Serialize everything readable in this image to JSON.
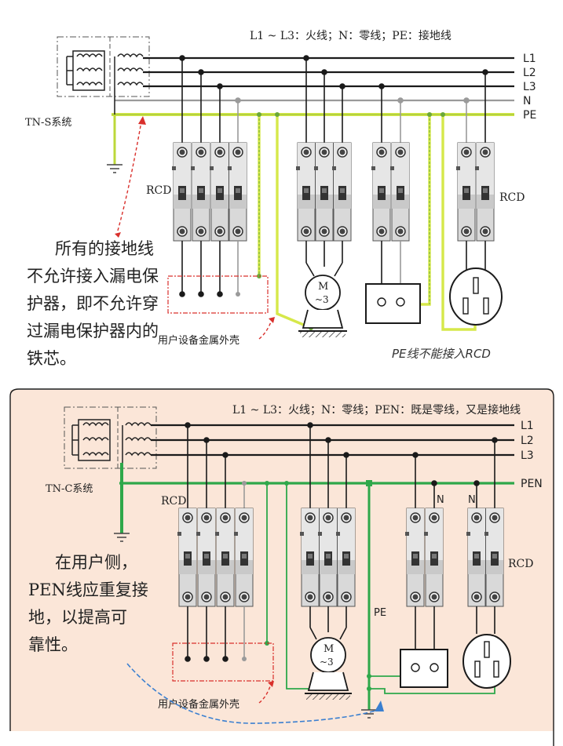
{
  "top": {
    "legend": "L1 ~ L3：火线；N：零线；PE：接地线",
    "system": "TN-S系统",
    "line_labels": [
      "L1",
      "L2",
      "L3",
      "N",
      "PE"
    ],
    "rcd_left": "RCD",
    "rcd_right": "RCD",
    "motor_label": "M",
    "motor_sub": "~3",
    "enclosure_label": "用户设备金属外壳",
    "pe_note": "PE线不能接入RCD",
    "note_lines": [
      "所有的接地线",
      "不允许接入漏电保",
      "护器，即不允许穿",
      "过漏电保护器内的",
      "铁芯。"
    ]
  },
  "bottom": {
    "legend": "L1 ~ L3：火线；N：零线；PEN：既是零线，又是接地线",
    "system": "TN-C系统",
    "line_labels": [
      "L1",
      "L2",
      "L3",
      "PEN"
    ],
    "rcd_left": "RCD",
    "rcd_right": "RCD",
    "n_label_1": "N",
    "n_label_2": "N",
    "pe_label": "PE",
    "motor_label": "M",
    "motor_sub": "~3",
    "enclosure_label": "用户设备金属外壳",
    "note_lines": [
      "在用户侧，",
      "PEN线应重复接",
      "地，以提高可",
      "靠性。"
    ]
  },
  "colors": {
    "wire": "#1a1a1a",
    "neutral": "#9a9a9a",
    "pe_yellow": "#d6e84a",
    "pe_green": "#7fbf3f",
    "pen_green": "#2ea84a",
    "red_dash": "#d9302c",
    "blue_dash": "#3a7fd0",
    "panel_bg": "#fbe6d8"
  }
}
